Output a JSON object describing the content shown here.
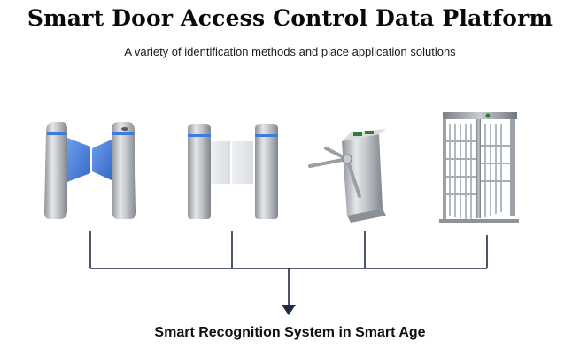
{
  "header": {
    "title": "Smart Door Access Control Data Platform",
    "subtitle": "A variety of identification methods and place application solutions"
  },
  "products": [
    {
      "icon": "flap-barrier-gate-icon"
    },
    {
      "icon": "swing-barrier-gate-icon"
    },
    {
      "icon": "tripod-turnstile-icon"
    },
    {
      "icon": "full-height-turnstile-icon"
    }
  ],
  "footer": {
    "caption": "Smart Recognition System in Smart Age"
  },
  "colors": {
    "line": "#1f2a44",
    "flap_blue": "#2f6fd6",
    "steel": "#b9bdc2"
  }
}
